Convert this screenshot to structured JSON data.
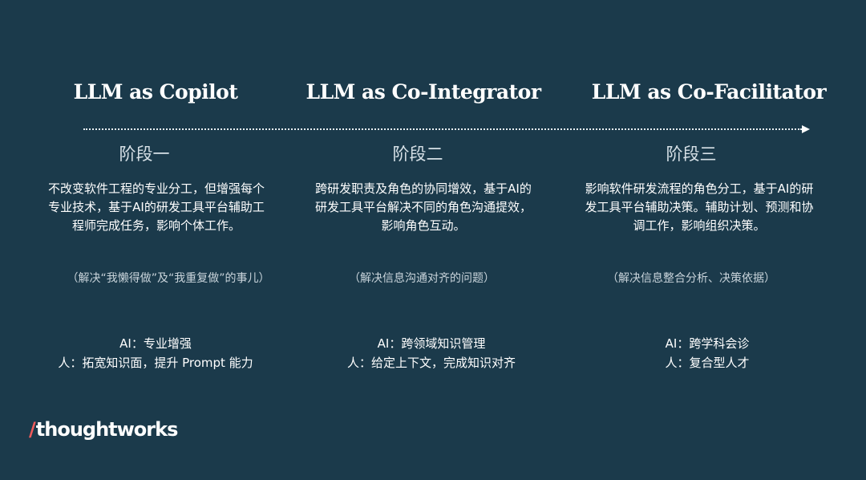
{
  "colors": {
    "background": "#1b3a4b",
    "text": "#ffffff",
    "muted": "#c9d4db",
    "logo_accent": "#f15b5b"
  },
  "columns": [
    {
      "title": "LLM as Copilot",
      "stage": "阶段一",
      "description": "不改变软件工程的专业分工，但增强每个专业技术，基于AI的研发工具平台辅助工程师完成任务，影响个体工作。",
      "note": "（解决“我懒得做”及“我重复做”的事儿）",
      "ai_role": "AI：专业增强",
      "human_role": "人：拓宽知识面，提升 Prompt 能力"
    },
    {
      "title": "LLM as Co-Integrator",
      "stage": "阶段二",
      "description": "跨研发职责及角色的协同增效，基于AI的研发工具平台解决不同的角色沟通提效，影响角色互动。",
      "note": "（解决信息沟通对齐的问题）",
      "ai_role": "AI：跨领域知识管理",
      "human_role": "人：给定上下文，完成知识对齐"
    },
    {
      "title": "LLM as Co-Facilitator",
      "stage": "阶段三",
      "description": "影响软件研发流程的角色分工，基于AI的研发工具平台辅助决策。辅助计划、预测和协调工作，影响组织决策。",
      "note": "（解决信息整合分析、决策依据）",
      "ai_role": "AI：跨学科会诊",
      "human_role": "人：复合型人才"
    }
  ],
  "logo": {
    "slash": "/",
    "text": "thoughtworks"
  }
}
